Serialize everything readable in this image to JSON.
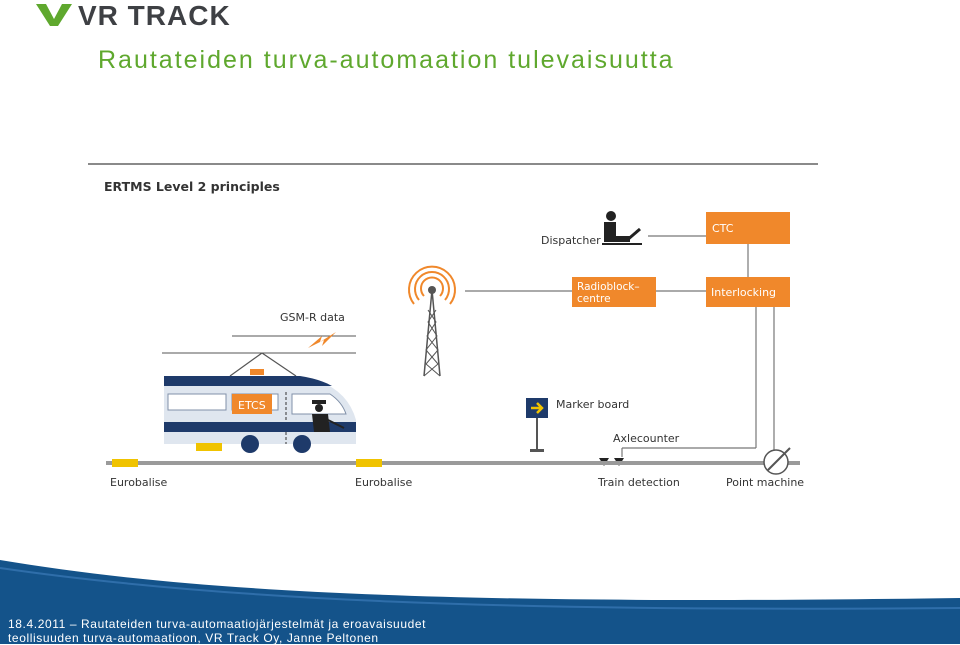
{
  "brand": {
    "logo_text": "VR TRACK"
  },
  "slide": {
    "title": "Rautateiden turva-automaation tulevaisuutta"
  },
  "diagram": {
    "heading": "ERTMS Level 2 principles",
    "labels": {
      "dispatcher": "Dispatcher",
      "ctc": "CTC",
      "radioblock_line1": "Radioblock–",
      "radioblock_line2": "centre",
      "interlocking": "Interlocking",
      "gsmr": "GSM-R data",
      "etcs": "ETCS",
      "marker_board": "Marker board",
      "axlecounter": "Axlecounter",
      "eurobalise_1": "Eurobalise",
      "eurobalise_2": "Eurobalise",
      "train_detection": "Train detection",
      "point_machine": "Point machine"
    }
  },
  "colors": {
    "accent_green": "#5fa82e",
    "orange": "#f0882b",
    "navy": "#1e3a6a",
    "footer_blue": "#14538a"
  },
  "footer": {
    "line1": "18.4.2011 – Rautateiden turva-automaatiojärjestelmät ja eroavaisuudet",
    "line2": "teollisuuden turva-automaatioon, VR Track Oy, Janne Peltonen"
  }
}
